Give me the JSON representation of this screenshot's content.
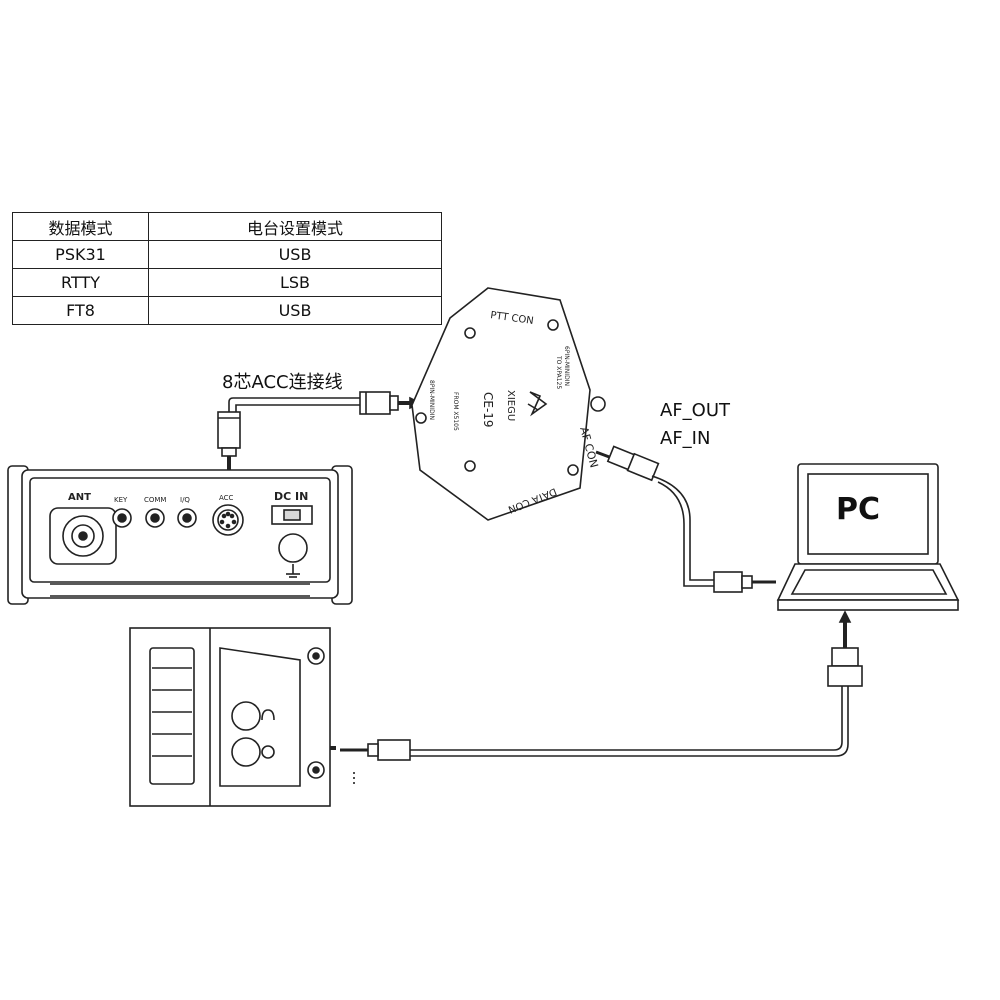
{
  "mode_table": {
    "headers": [
      "数据模式",
      "电台设置模式"
    ],
    "rows": [
      [
        "PSK31",
        "USB"
      ],
      [
        "RTTY",
        "LSB"
      ],
      [
        "FT8",
        "USB"
      ]
    ]
  },
  "labels": {
    "acc_cable": "8芯ACC连接线",
    "af_out": "AF_OUT",
    "af_in": "AF_IN",
    "pc": "PC"
  },
  "ce19": {
    "name": "CE-19",
    "brand": "XIEGU",
    "ptt_con": "PTT CON",
    "af_con": "AF CON",
    "data_con": "DATA CON",
    "to_xpa": "6PIN-MINIDIN",
    "to_xpa_sub": "TO XPA125",
    "from_x5105": "8PIN-MINIDIN",
    "from_x5105_sub": "FROM X5105"
  },
  "radio_panel": {
    "ant": "ANT",
    "key": "KEY",
    "comm": "COMM",
    "iq": "I/Q",
    "acc": "ACC",
    "dc_in": "DC IN"
  },
  "colors": {
    "line": "#222222",
    "fill": "#ffffff",
    "panel_gray": "#d8d8d8"
  }
}
